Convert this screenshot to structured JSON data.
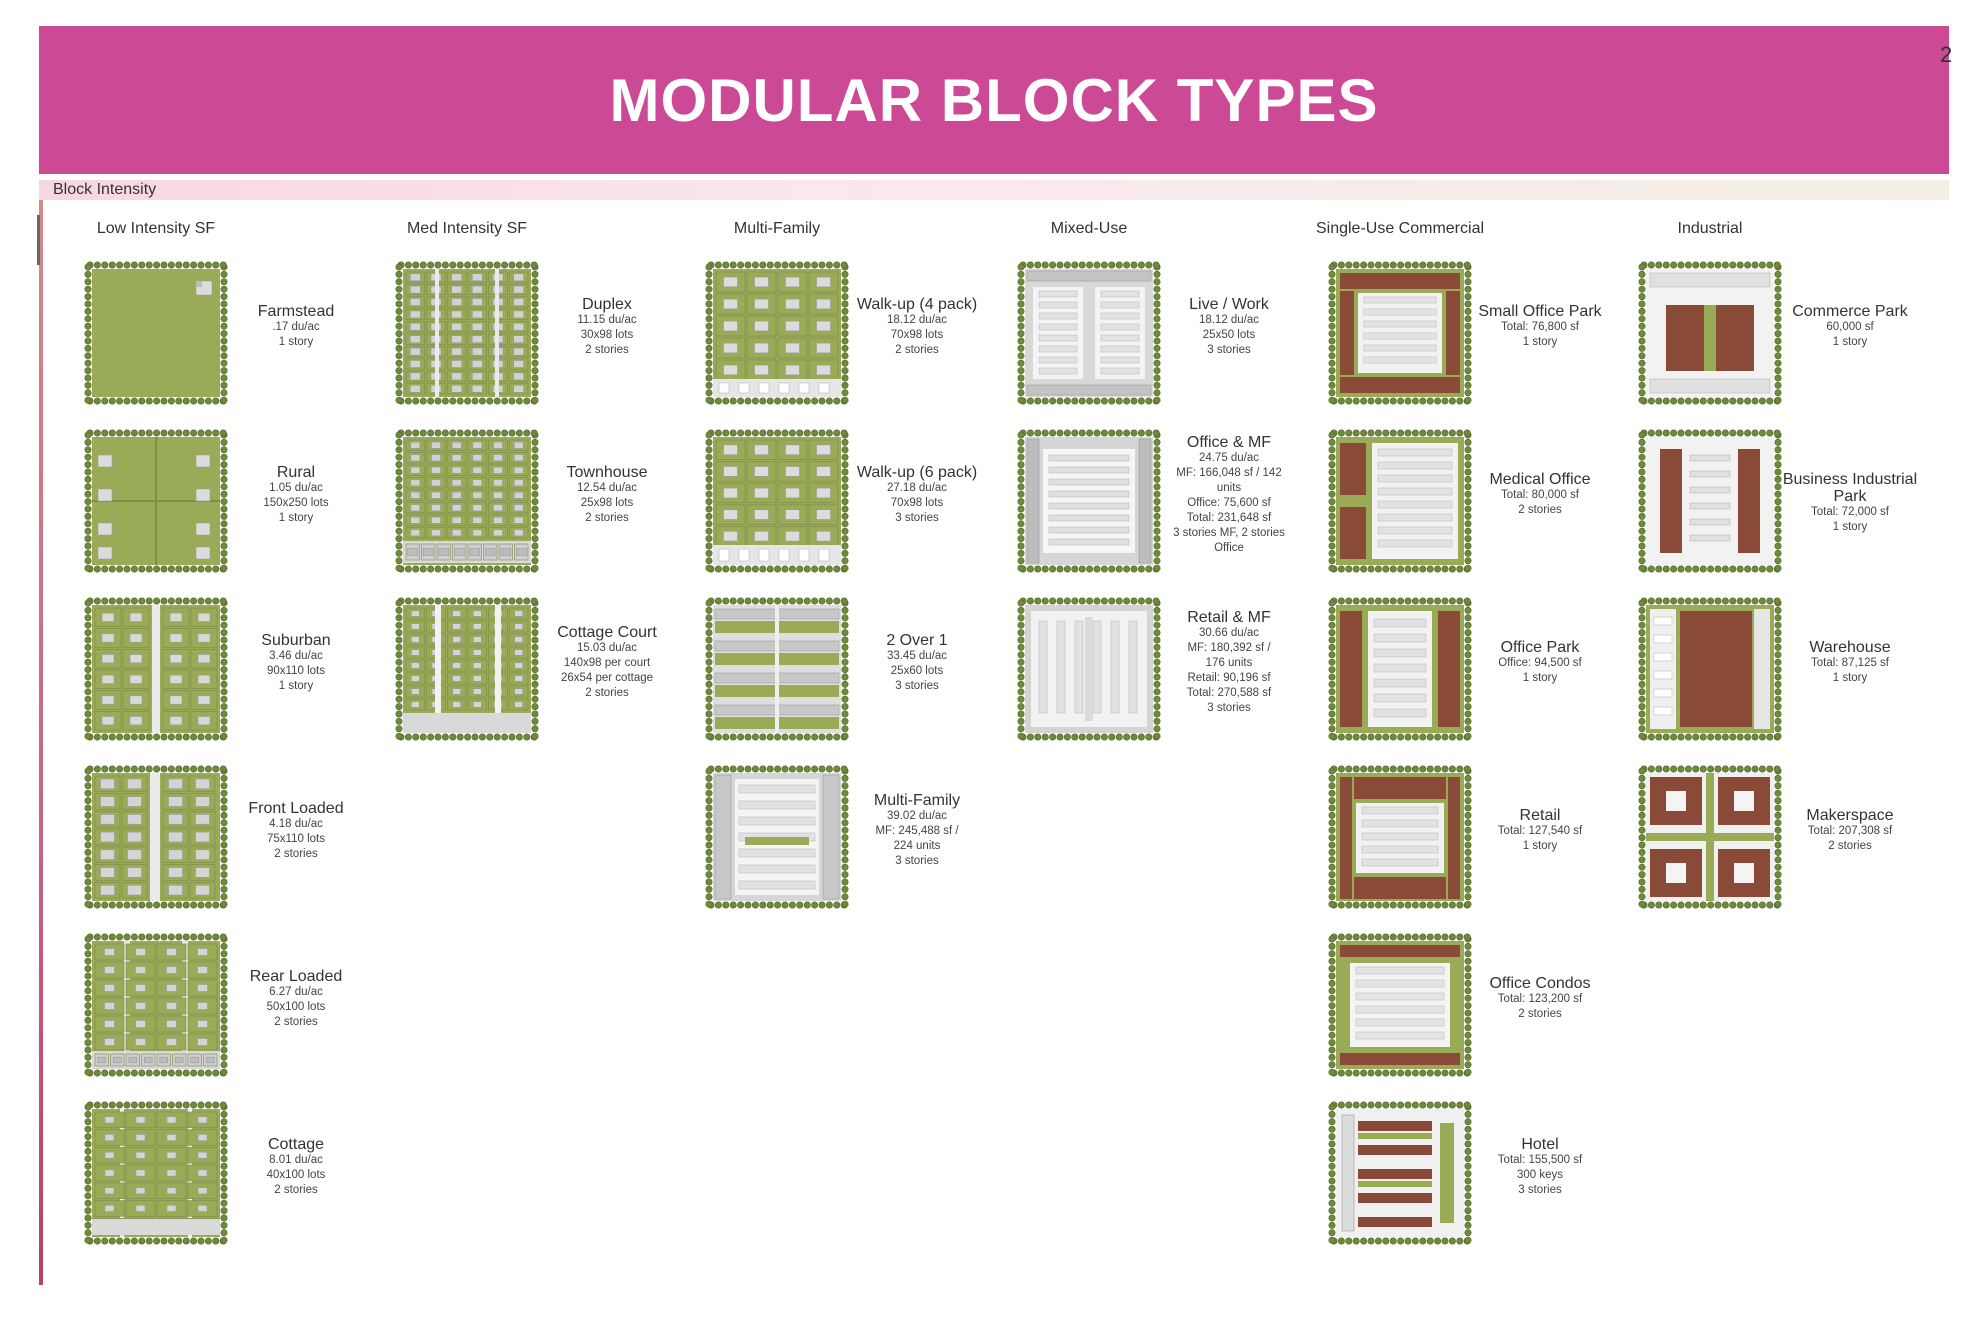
{
  "title": "MODULAR BLOCK TYPES",
  "page_number_fragment": "2",
  "intensity_label": "Block Intensity",
  "colors": {
    "banner": "#cc4996",
    "grass": "#9aab57",
    "building_brown": "#8a4a38",
    "paving": "#e6e6e6",
    "tree": "#6f8a3a"
  },
  "columns": [
    {
      "heading": "Low Intensity SF",
      "items": [
        {
          "name": "Farmstead",
          "lines": [
            ".17 du/ac",
            "1 story"
          ],
          "pattern": "farm"
        },
        {
          "name": "Rural",
          "lines": [
            "1.05 du/ac",
            "150x250 lots",
            "1 story"
          ],
          "pattern": "rural"
        },
        {
          "name": "Suburban",
          "lines": [
            "3.46 du/ac",
            "90x110 lots",
            "1 story"
          ],
          "pattern": "suburban"
        },
        {
          "name": "Front Loaded",
          "lines": [
            "4.18 du/ac",
            "75x110 lots",
            "2 stories"
          ],
          "pattern": "front"
        },
        {
          "name": "Rear Loaded",
          "lines": [
            "6.27 du/ac",
            "50x100 lots",
            "2 stories"
          ],
          "pattern": "rear"
        },
        {
          "name": "Cottage",
          "lines": [
            "8.01 du/ac",
            "40x100 lots",
            "2 stories"
          ],
          "pattern": "cottage"
        }
      ]
    },
    {
      "heading": "Med Intensity SF",
      "items": [
        {
          "name": "Duplex",
          "lines": [
            "11.15 du/ac",
            "30x98 lots",
            "2 stories"
          ],
          "pattern": "duplex"
        },
        {
          "name": "Townhouse",
          "lines": [
            "12.54 du/ac",
            "25x98 lots",
            "2 stories"
          ],
          "pattern": "town"
        },
        {
          "name": "Cottage Court",
          "lines": [
            "15.03 du/ac",
            "140x98 per court",
            "26x54 per cottage",
            "2 stories"
          ],
          "pattern": "court"
        }
      ]
    },
    {
      "heading": "Multi-Family",
      "items": [
        {
          "name": "Walk-up (4 pack)",
          "lines": [
            "18.12 du/ac",
            "70x98 lots",
            "2 stories"
          ],
          "pattern": "walk4"
        },
        {
          "name": "Walk-up (6 pack)",
          "lines": [
            "27.18 du/ac",
            "70x98 lots",
            "3 stories"
          ],
          "pattern": "walk6"
        },
        {
          "name": "2 Over 1",
          "lines": [
            "33.45 du/ac",
            "25x60 lots",
            "3 stories"
          ],
          "pattern": "twoover"
        },
        {
          "name": "Multi-Family",
          "lines": [
            "39.02 du/ac",
            "MF: 245,488 sf /",
            "224 units",
            "3 stories"
          ],
          "pattern": "mf"
        }
      ]
    },
    {
      "heading": "Mixed-Use",
      "items": [
        {
          "name": "Live / Work",
          "lines": [
            "18.12 du/ac",
            "25x50 lots",
            "3 stories"
          ],
          "pattern": "livework"
        },
        {
          "name": "Office & MF",
          "lines": [
            "24.75 du/ac",
            "MF: 166,048 sf / 142",
            "units",
            "Office: 75,600 sf",
            "Total: 231,648 sf",
            "3 stories MF, 2 stories",
            "Office"
          ],
          "pattern": "officemf"
        },
        {
          "name": "Retail & MF",
          "lines": [
            "30.66 du/ac",
            "MF: 180,392 sf /",
            "176 units",
            "Retail: 90,196 sf",
            "Total: 270,588 sf",
            "3 stories"
          ],
          "pattern": "retailmf"
        }
      ]
    },
    {
      "heading": "Single-Use Commercial",
      "items": [
        {
          "name": "Small Office Park",
          "lines": [
            "Total: 76,800 sf",
            "1 story"
          ],
          "pattern": "smalloffice"
        },
        {
          "name": "Medical Office",
          "lines": [
            "Total: 80,000 sf",
            "2 stories"
          ],
          "pattern": "medical"
        },
        {
          "name": "Office Park",
          "lines": [
            "Office: 94,500 sf",
            "1 story"
          ],
          "pattern": "officepark"
        },
        {
          "name": "Retail",
          "lines": [
            "Total: 127,540 sf",
            "1 story"
          ],
          "pattern": "retail"
        },
        {
          "name": "Office Condos",
          "lines": [
            "Total: 123,200 sf",
            "2 stories"
          ],
          "pattern": "condos"
        },
        {
          "name": "Hotel",
          "lines": [
            "Total: 155,500 sf",
            "300 keys",
            "3 stories"
          ],
          "pattern": "hotel"
        }
      ]
    },
    {
      "heading": "Industrial",
      "items": [
        {
          "name": "Commerce Park",
          "lines": [
            "60,000 sf",
            "1 story"
          ],
          "pattern": "commerce"
        },
        {
          "name": "Business Industrial Park",
          "lines": [
            "Total: 72,000 sf",
            "1 story"
          ],
          "pattern": "business"
        },
        {
          "name": "Warehouse",
          "lines": [
            "Total: 87,125 sf",
            "1 story"
          ],
          "pattern": "warehouse"
        },
        {
          "name": "Makerspace",
          "lines": [
            "Total: 207,308 sf",
            "2 stories"
          ],
          "pattern": "maker"
        }
      ]
    }
  ]
}
